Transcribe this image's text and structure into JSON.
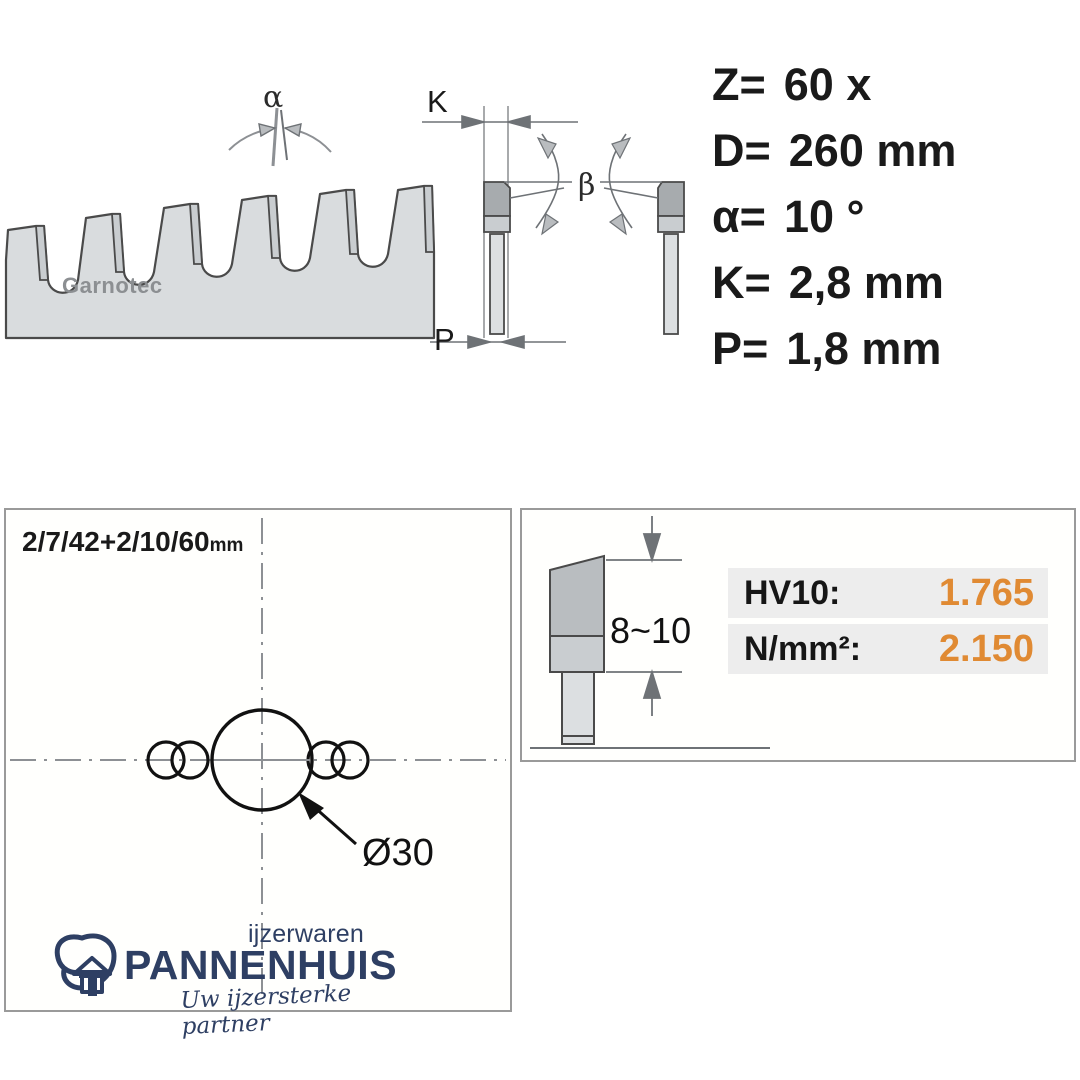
{
  "product": {
    "brand_mark_text": "Garnotec"
  },
  "specs": [
    {
      "key": "Z=",
      "value": "60 x",
      "name": "tooth-count"
    },
    {
      "key": "D=",
      "value": "260 mm",
      "name": "blade-diameter"
    },
    {
      "key": "α=",
      "value": "10 °",
      "name": "hook-angle"
    },
    {
      "key": "K=",
      "value": "2,8 mm",
      "name": "kerf-width"
    },
    {
      "key": "P=",
      "value": "1,8 mm",
      "name": "plate-thickness"
    }
  ],
  "diagram_labels": {
    "alpha": "α",
    "beta": "β",
    "kerf_letter": "K",
    "plate_letter": "P",
    "tip_height": "8~10",
    "bore_callout": "Ø30"
  },
  "bore_panel": {
    "pin_pattern": "2/7/42+2/10/60",
    "pin_pattern_unit": "mm"
  },
  "hardness": {
    "rows": [
      {
        "label": "HV10:",
        "value": "1.765"
      },
      {
        "label": "N/mm²:",
        "value": "2.150"
      }
    ],
    "value_color": "#e08a33",
    "row_background": "#ededed"
  },
  "logo": {
    "top_word": "ijzerwaren",
    "main_word": "PANNENHUIS",
    "tagline": "Uw ijzersterke partner",
    "color": "#2e3f63"
  },
  "colors": {
    "blade_fill": "#d9dcde",
    "tooth_fill": "#c9cdd0",
    "carbide_dark": "#9fa4a8",
    "outline": "#4a4a4a",
    "panel_border": "#9a9a9a",
    "accent_orange": "#e08a33",
    "brand_navy": "#2e3f63"
  }
}
